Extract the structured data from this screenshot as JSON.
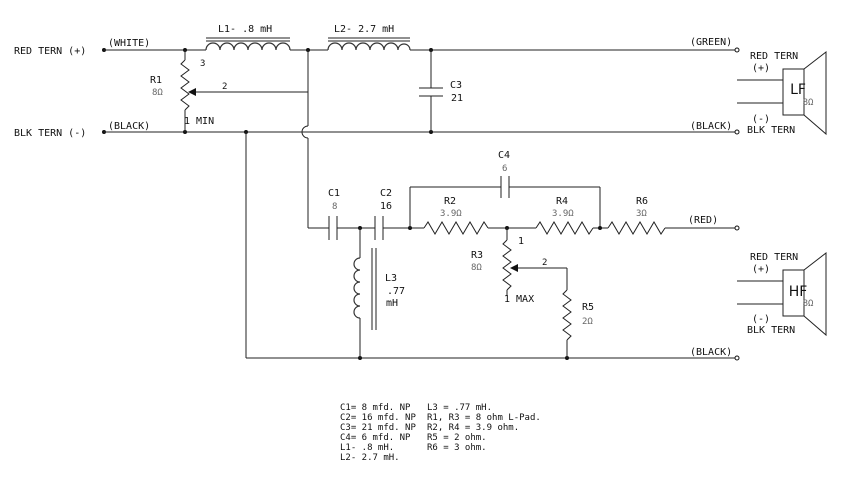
{
  "terminals": {
    "input_pos": "RED TERN (+)",
    "input_neg": "BLK TERN (-)",
    "white": "(WHITE)",
    "black_in": "(BLACK)",
    "green": "(GREEN)",
    "black_lf": "(BLACK)",
    "red_hf": "(RED)",
    "black_hf": "(BLACK)"
  },
  "speakers": {
    "lf": {
      "label": "LF",
      "ohms": "8Ω",
      "red": "RED TERN",
      "plus": "(+)",
      "minus": "(-)",
      "blk": "BLK TERN"
    },
    "hf": {
      "label": "HF",
      "ohms": "8Ω",
      "red": "RED TERN",
      "plus": "(+)",
      "minus": "(-)",
      "blk": "BLK TERN"
    }
  },
  "components": {
    "L1": "L1- .8 mH",
    "L2": "L2- 2.7 mH",
    "C3": "C3",
    "C3_val": "21",
    "R1": "R1",
    "R1_val": "8Ω",
    "R1_pin3": "3",
    "R1_pin2": "2",
    "R1_pin1": "1 MIN",
    "C1": "C1",
    "C1_val": "8",
    "C2": "C2",
    "C2_val": "16",
    "C4": "C4",
    "C4_val": "6",
    "R2": "R2",
    "R2_val": "3.9Ω",
    "R4": "R4",
    "R4_val": "3.9Ω",
    "R6": "R6",
    "R6_val": "3Ω",
    "R3": "R3",
    "R3_val": "8Ω",
    "R3_pin1": "1",
    "R3_pin2": "2",
    "R3_pin_max": "1 MAX",
    "L3": "L3",
    "L3_val": ".77",
    "L3_unit": "mH",
    "R5": "R5",
    "R5_val": "2Ω"
  },
  "notes_left": [
    "C1= 8 mfd. NP",
    "C2= 16 mfd. NP",
    "C3= 21 mfd. NP",
    "C4= 6 mfd. NP",
    "L1- .8 mH.",
    "L2- 2.7 mH."
  ],
  "notes_right": [
    "L3 = .77 mH.",
    "R1, R3 = 8 ohm L-Pad.",
    "R2, R4 = 3.9 ohm.",
    "R5 = 2 ohm.",
    "R6 = 3 ohm."
  ]
}
